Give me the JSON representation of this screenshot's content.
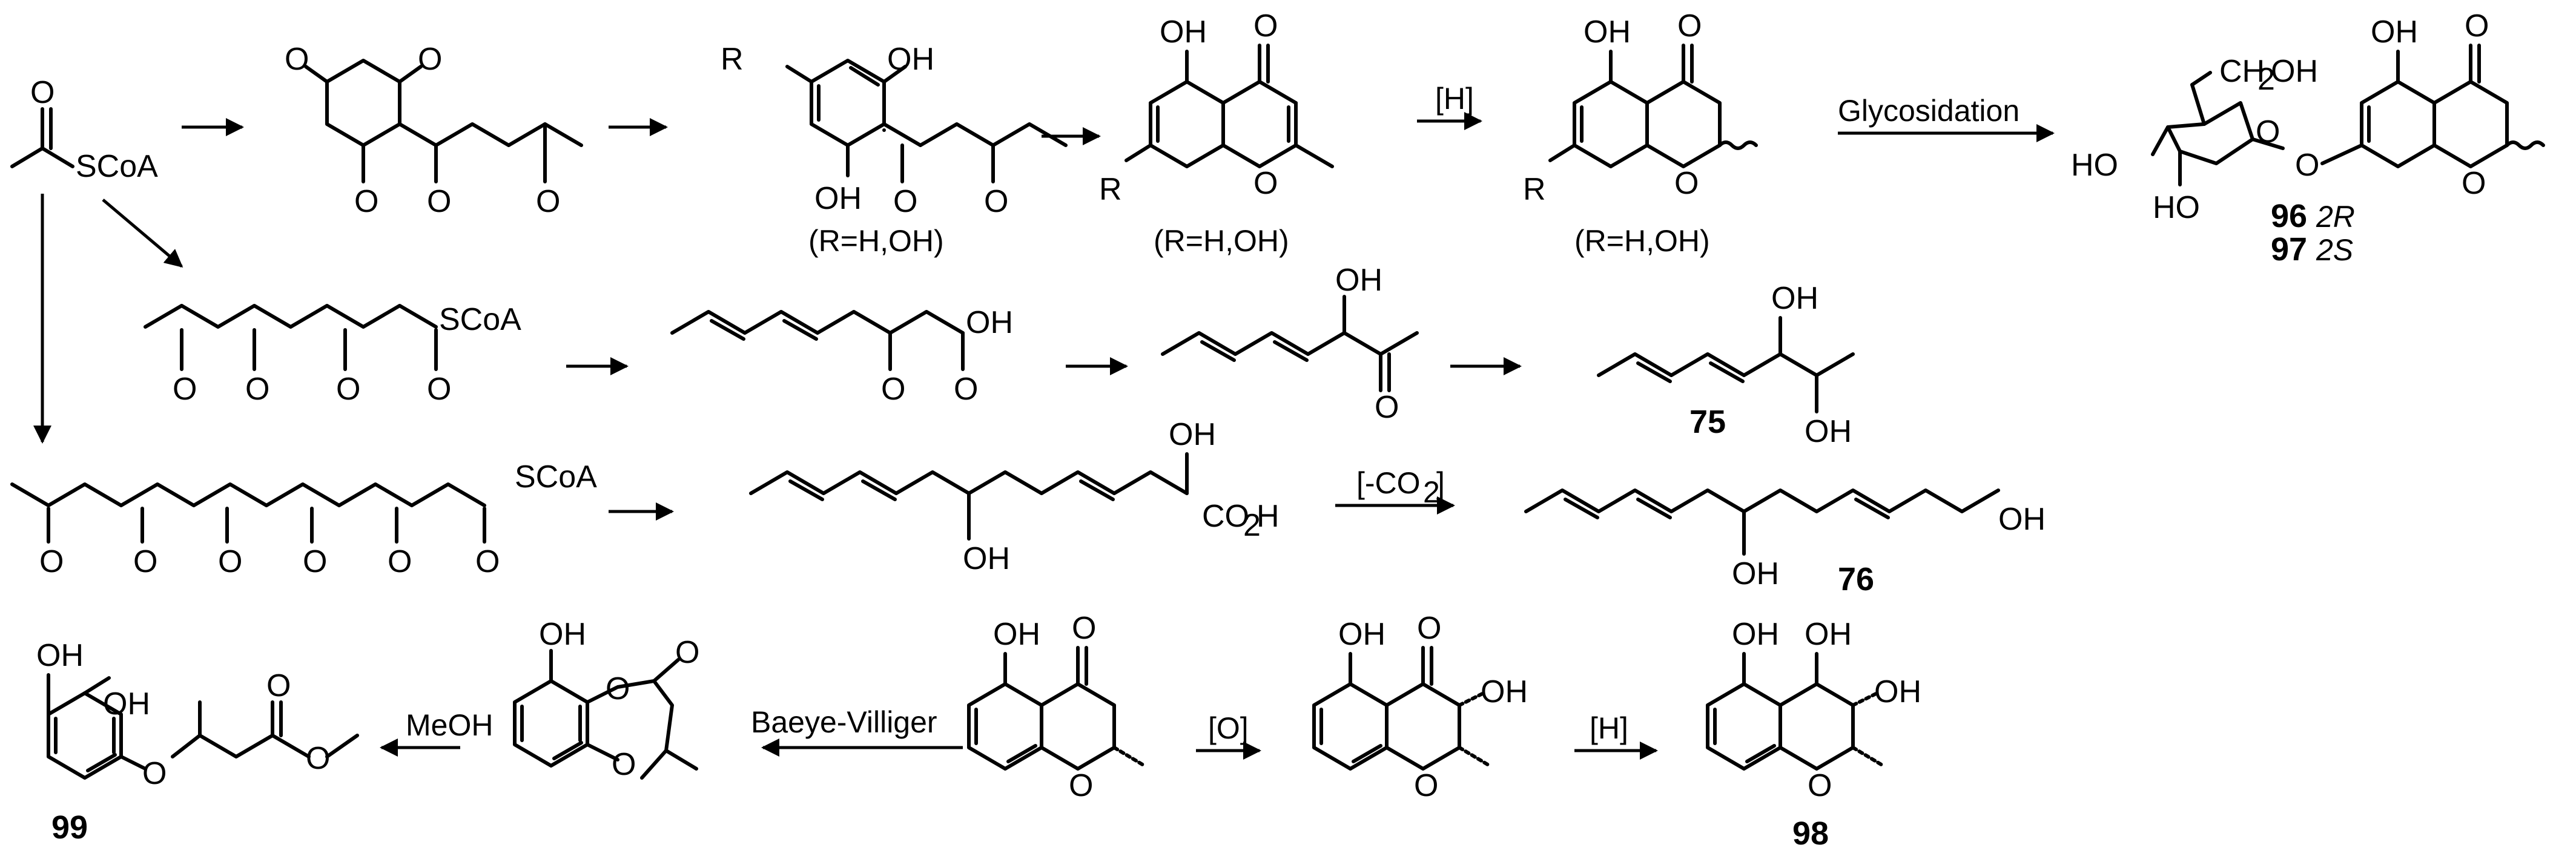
{
  "scheme": {
    "atoms": {
      "O": "O",
      "OH": "OH",
      "HO": "HO",
      "R": "R",
      "SCoA": "SCoA",
      "CO2H_pre": "CO",
      "CO2H_sub": "2",
      "CO2H_post": "H",
      "CH2OH_pre": "CH",
      "CH2OH_sub": "2",
      "CH2OH_post": "OH"
    },
    "captions": {
      "r_note": "(R=H,OH)",
      "h": "[H]",
      "o": "[O]",
      "decarboxylation_pre": "[-CO",
      "decarboxylation_sub": "2",
      "decarboxylation_post": "]",
      "glycosidation": "Glycosidation",
      "baeyer_villiger": "Baeye-Villiger",
      "meoh": "MeOH"
    },
    "compounds": {
      "c96": "96",
      "c96_stereo": "2R",
      "c97": "97",
      "c97_stereo": "2S",
      "c75": "75",
      "c76": "76",
      "c98": "98",
      "c99": "99"
    }
  }
}
